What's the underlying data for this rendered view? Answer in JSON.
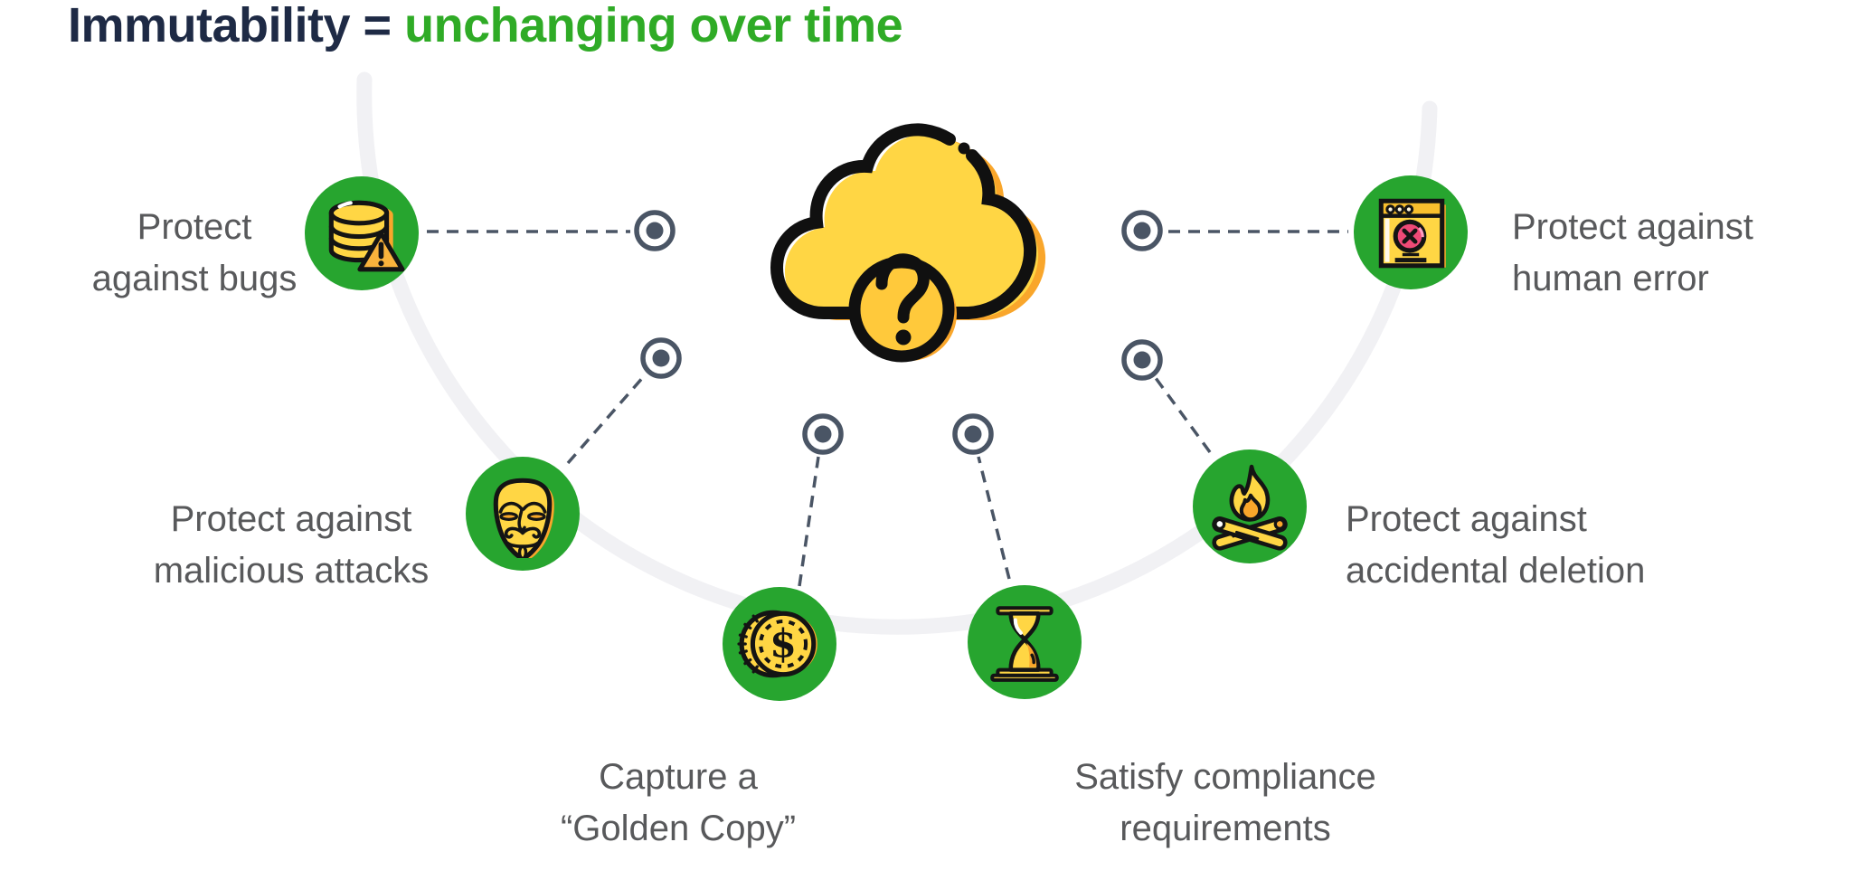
{
  "title": {
    "prefix": "Immutability = ",
    "highlight": "unchanging over time"
  },
  "center": {
    "icon": "cloud-question-icon"
  },
  "colors": {
    "title_dark": "#1E2A45",
    "title_green": "#2FAB26",
    "badge_green": "#27A52F",
    "icon_yellow": "#FFD644",
    "icon_orange": "#F9A62B",
    "error_pink": "#EE4A77",
    "connector_slate": "#4A5565",
    "label_gray": "#58595B",
    "arc_gray": "#F1F1F4"
  },
  "items": [
    {
      "id": "bugs",
      "icon": "database-warning-icon",
      "label_lines": [
        "Protect",
        "against bugs"
      ]
    },
    {
      "id": "malicious-attacks",
      "icon": "anonymous-mask-icon",
      "label_lines": [
        "Protect against",
        "malicious attacks"
      ]
    },
    {
      "id": "golden-copy",
      "icon": "dollar-coin-icon",
      "label_lines": [
        "Capture a",
        "“Golden Copy”"
      ]
    },
    {
      "id": "compliance",
      "icon": "hourglass-icon",
      "label_lines": [
        "Satisfy compliance",
        "requirements"
      ]
    },
    {
      "id": "accidental-deletion",
      "icon": "campfire-icon",
      "label_lines": [
        "Protect against",
        "accidental deletion"
      ]
    },
    {
      "id": "human-error",
      "icon": "browser-error-icon",
      "label_lines": [
        "Protect against",
        "human error"
      ]
    }
  ]
}
